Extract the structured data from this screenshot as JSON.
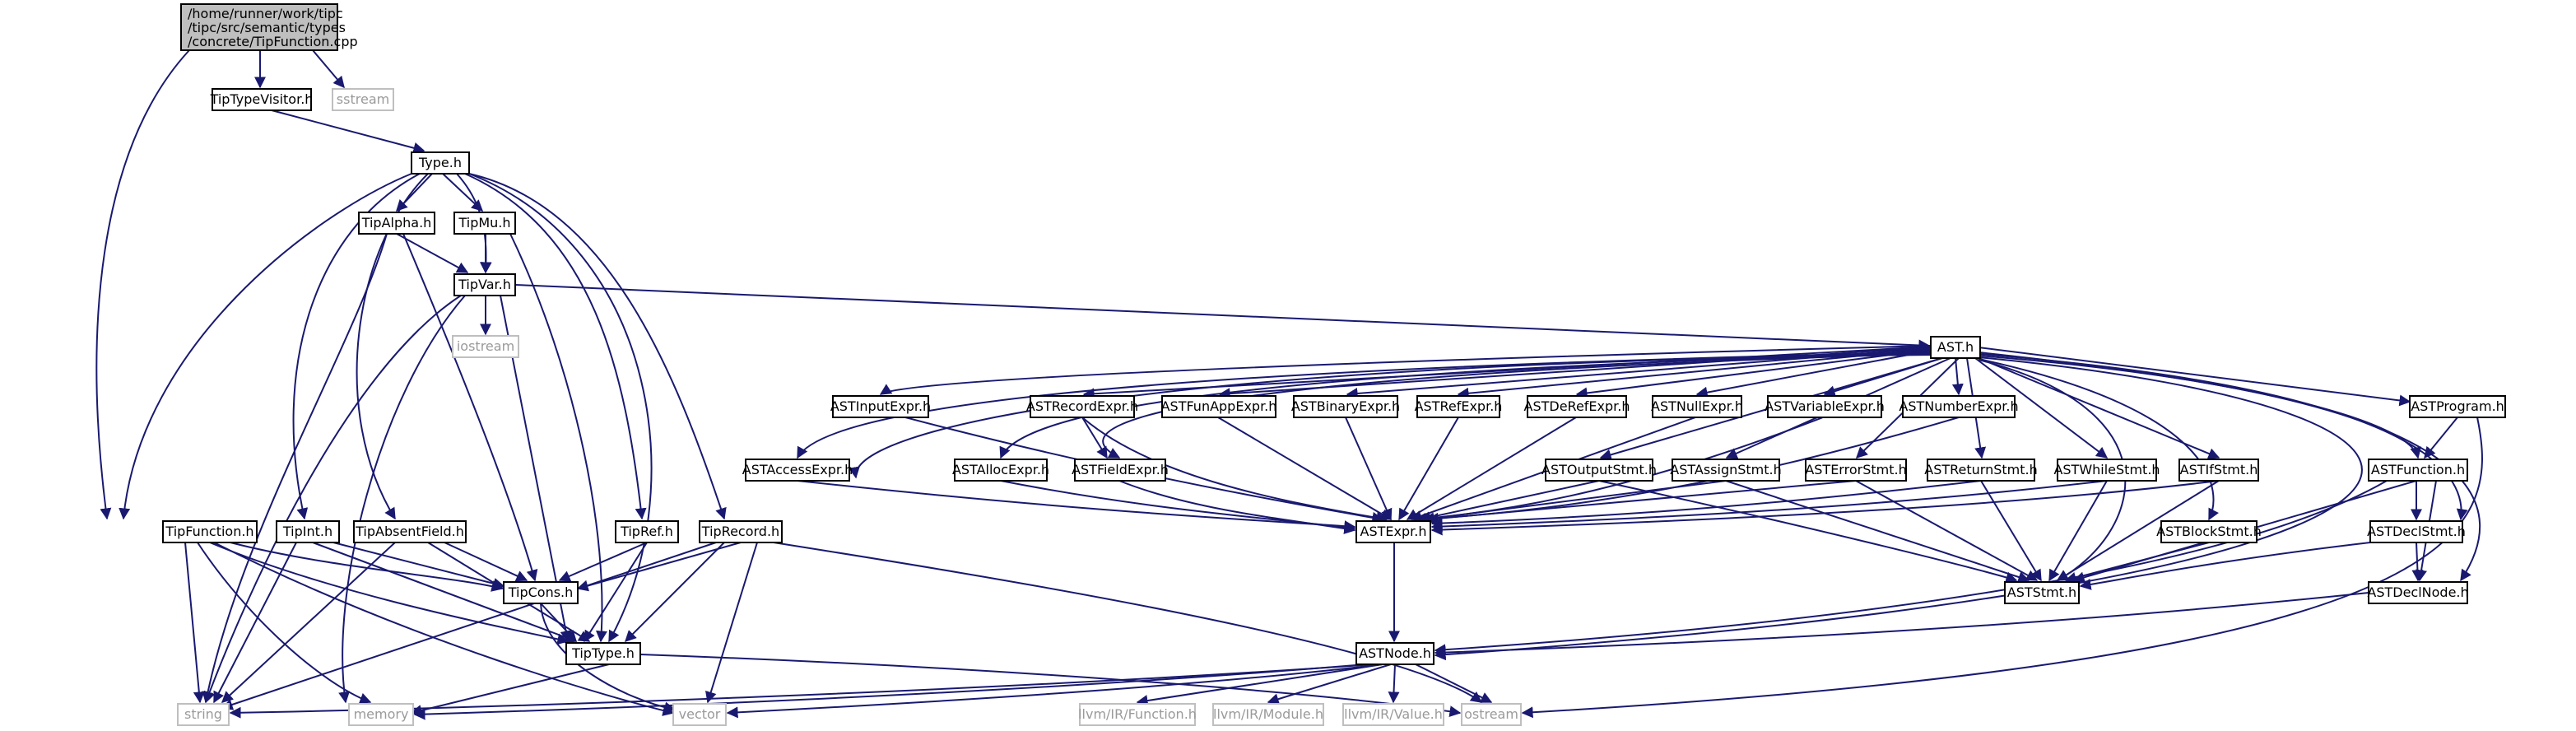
{
  "colors": {
    "edge": "#191970",
    "root_fill": "#bfbfbf",
    "external_border": "#bfbfbf"
  },
  "nodes": {
    "root": {
      "lines": [
        "/home/runner/work/tipc",
        "/tipc/src/semantic/types",
        "/concrete/TipFunction.cpp"
      ]
    },
    "tiptypevisitor": {
      "label": "TipTypeVisitor.h"
    },
    "sstream": {
      "label": "sstream"
    },
    "type": {
      "label": "Type.h"
    },
    "tipalpha": {
      "label": "TipAlpha.h"
    },
    "tipmu": {
      "label": "TipMu.h"
    },
    "tipvar": {
      "label": "TipVar.h"
    },
    "iostream": {
      "label": "iostream"
    },
    "ast": {
      "label": "AST.h"
    },
    "astinputexpr": {
      "label": "ASTInputExpr.h"
    },
    "astrecordexpr": {
      "label": "ASTRecordExpr.h"
    },
    "astfunappexpr": {
      "label": "ASTFunAppExpr.h"
    },
    "astbinaryexpr": {
      "label": "ASTBinaryExpr.h"
    },
    "astrefexpr": {
      "label": "ASTRefExpr.h"
    },
    "astderefexpr": {
      "label": "ASTDeRefExpr.h"
    },
    "astnullexpr": {
      "label": "ASTNullExpr.h"
    },
    "astvariableexpr": {
      "label": "ASTVariableExpr.h"
    },
    "astnumberexpr": {
      "label": "ASTNumberExpr.h"
    },
    "astprogram": {
      "label": "ASTProgram.h"
    },
    "astaccessexpr": {
      "label": "ASTAccessExpr.h"
    },
    "astallocexpr": {
      "label": "ASTAllocExpr.h"
    },
    "astfieldexpr": {
      "label": "ASTFieldExpr.h"
    },
    "astoutputstmt": {
      "label": "ASTOutputStmt.h"
    },
    "astassignstmt": {
      "label": "ASTAssignStmt.h"
    },
    "asterrorstmt": {
      "label": "ASTErrorStmt.h"
    },
    "astreturnstmt": {
      "label": "ASTReturnStmt.h"
    },
    "astwhilestmt": {
      "label": "ASTWhileStmt.h"
    },
    "astifstmt": {
      "label": "ASTIfStmt.h"
    },
    "astfunction": {
      "label": "ASTFunction.h"
    },
    "astexpr": {
      "label": "ASTExpr.h"
    },
    "astblockstmt": {
      "label": "ASTBlockStmt.h"
    },
    "astdeclstmt": {
      "label": "ASTDeclStmt.h"
    },
    "aststmt": {
      "label": "ASTStmt.h"
    },
    "astdeclnode": {
      "label": "ASTDeclNode.h"
    },
    "astnode": {
      "label": "ASTNode.h"
    },
    "tipfunction": {
      "label": "TipFunction.h"
    },
    "tipint": {
      "label": "TipInt.h"
    },
    "tipabsentfield": {
      "label": "TipAbsentField.h"
    },
    "tipref": {
      "label": "TipRef.h"
    },
    "tiprecord": {
      "label": "TipRecord.h"
    },
    "tipcons": {
      "label": "TipCons.h"
    },
    "tiptype": {
      "label": "TipType.h"
    },
    "string": {
      "label": "string"
    },
    "memory": {
      "label": "memory"
    },
    "vector": {
      "label": "vector"
    },
    "llvmfunction": {
      "label": "llvm/IR/Function.h"
    },
    "llvmmodule": {
      "label": "llvm/IR/Module.h"
    },
    "llvmvalue": {
      "label": "llvm/IR/Value.h"
    },
    "ostream": {
      "label": "ostream"
    }
  }
}
